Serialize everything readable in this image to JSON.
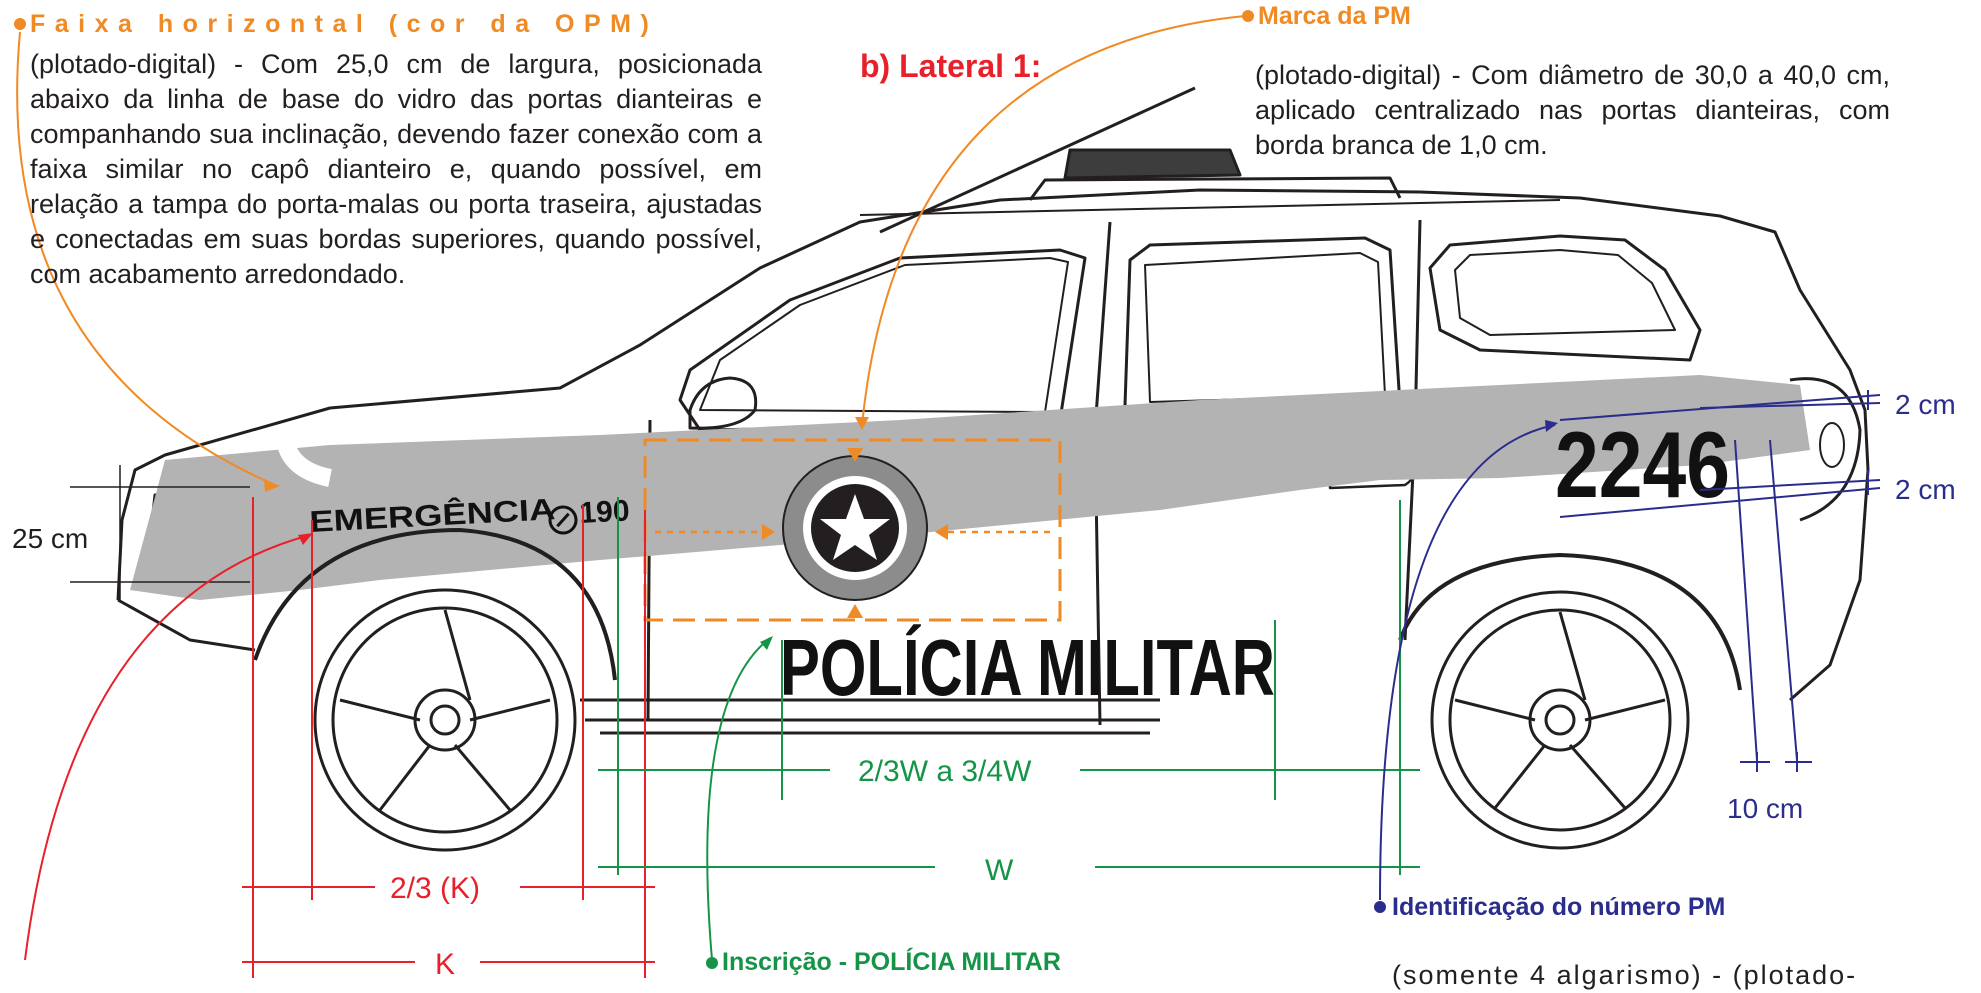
{
  "section_title": "b) Lateral 1:",
  "faixa": {
    "heading": "Faixa horizontal (cor da OPM)",
    "body": "(plotado-digital) - Com 25,0 cm de largura, posicionada abaixo da linha de base do vidro das portas dianteiras e companhando sua inclinação, devendo fazer conexão com a faixa similar no capô dianteiro e, quando possível, em relação a tampa do porta-malas ou porta traseira, ajustadas e conectadas em suas bordas superiores, quando possível, com acabamento arredondado."
  },
  "marca": {
    "heading": "Marca da PM",
    "body": "(plotado-digital) - Com diâmetro de 30,0 a 40,0 cm, aplicado centralizado nas portas dianteiras, com borda branca de 1,0 cm."
  },
  "identificacao": {
    "heading": "Identificação do número PM",
    "body_partial": "(somente 4 algarismo) - (plotado-"
  },
  "inscricao_label": "Inscrição - POLÍCIA MILITAR",
  "vehicle_text": {
    "emergencia": "EMERGÊNCIA",
    "phone": "190",
    "number": "2246",
    "policia": "POLÍCIA MILITAR"
  },
  "dimensions": {
    "band_height": "25 cm",
    "top_gap": "2 cm",
    "bottom_gap": "2 cm",
    "offset": "10 cm",
    "two_thirds_w": "2/3W a 3/4W",
    "w": "W",
    "two_thirds_k": "2/3 (K)",
    "k": "K"
  },
  "colors": {
    "orange": "#f08a24",
    "red": "#e8202a",
    "green": "#159447",
    "blue": "#2b2d8c",
    "band_gray": "#b3b3b3",
    "outline": "#231f20"
  }
}
